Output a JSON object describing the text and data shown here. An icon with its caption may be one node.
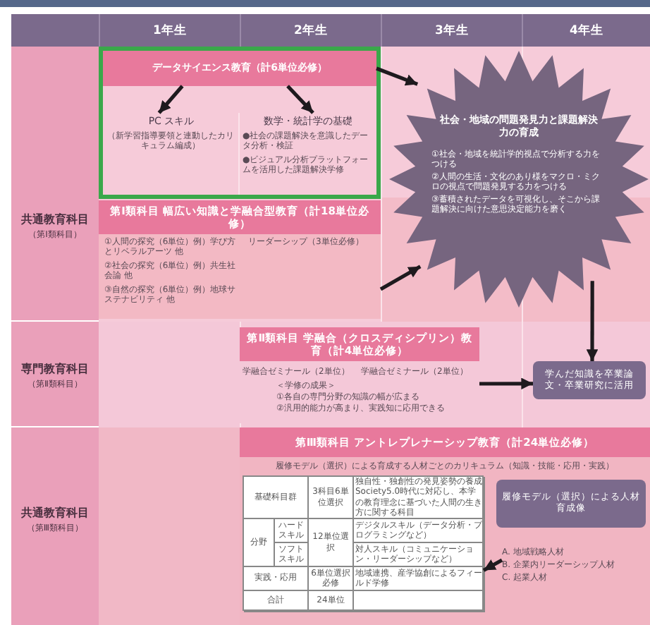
{
  "diagram": {
    "nodes": [
      {
        "text": [
          "データサイエンス教育（計6単位必修）"
        ]
      },
      {
        "text": [
          "PC スキル",
          "（新学習指導要領と連動したカリキュラム編成）"
        ]
      },
      {
        "text": [
          "数学・統計学の基礎",
          "●社会の課題解決を意識したデータ分析・検証",
          "●ビジュアル分析プラットフォームを活用した課題解決学修"
        ]
      },
      {
        "text": [
          "第Ⅰ類科目 幅広い知識と学融合型教育（計18単位必修）",
          "①人間の探究（6単位）例）学び方とリベラルアーツ 他",
          "②社会の探究（6単位）例）共生社会論 他",
          "③自然の探究（6単位）例）地球サステナビリティ 他",
          "リーダーシップ（3単位必修）"
        ]
      },
      {
        "text": [
          "社会・地域の問題発見力と課題解決力の育成",
          "①社会・地域を統計学的視点で分析する力をつける",
          "②人間の生活・文化のあり様をマクロ・ミクロの視点で問題発見する力をつける",
          "③蓄積されたデータを可視化し、そこから課題解決に向けた意思決定能力を磨く"
        ]
      },
      {
        "text": [
          "第Ⅱ類科目 学融合（クロスディシプリン）教育（計4単位必修）",
          "学融合ゼミナール（2単位）",
          "学融合ゼミナール（2単位）",
          "＜学修の成果＞",
          "①各自の専門分野の知識の幅が広まる",
          "②汎用的能力が高まり、実践知に応用できる"
        ]
      },
      {
        "text": [
          "学んだ知識を卒業論文・卒業研究に活用"
        ]
      },
      {
        "text": [
          "第Ⅲ類科目 アントレプレナーシップ教育（計24単位必修）",
          "履修モデル（選択）による育成する人材ごとのカリキュラム（知識・技能・応用・実践）"
        ]
      },
      {
        "text": [],
        "shape": "box",
        "in": 7
      },
      {
        "text": [
          "履修モデル（選択）による人材育成像"
        ],
        "in": 7
      },
      {
        "text": [
          "A. 地域戦略人材",
          "B. 企業内リーダーシップ人材",
          "C. 起業人材"
        ],
        "in": 7
      }
    ],
    "edges": [
      {
        "from": 0,
        "to": 1,
        "arrow": "to"
      },
      {
        "from": 0,
        "to": 2,
        "arrow": "to"
      },
      {
        "from": 0,
        "to": 4,
        "arrow": "to"
      },
      {
        "from": 3,
        "to": 4,
        "arrow": "to"
      },
      {
        "from": 4,
        "to": 6,
        "arrow": "to"
      },
      {
        "from": 5,
        "to": 6,
        "arrow": "to"
      },
      {
        "from": 10,
        "to": 8,
        "arrow": "to"
      }
    ],
    "labels": [
      "1年生",
      "2年生",
      "3年生",
      "4年生",
      "共通教育科目",
      "（第Ⅰ類科目）",
      "専門教育科目",
      "（第Ⅱ類科目）",
      "共通教育科目",
      "（第Ⅲ類科目）",
      "基礎科目群",
      "3科目6単位選択",
      "独自性・独創性の発見姿勢の養成Society5.0時代に対応し、本学の教育理念に基づいた人間の生き方に関する科目",
      "分野",
      "ハードスキル",
      "12単位選択",
      "デジタルスキル（データ分析・プログラミングなど）",
      "ソフトスキル",
      "対人スキル（コミュニケーション・リーダーシップなど）",
      "実践・応用",
      "6単位選択必修",
      "地域連携、産学協創によるフィールド学修",
      "合計",
      "24単位"
    ]
  }
}
